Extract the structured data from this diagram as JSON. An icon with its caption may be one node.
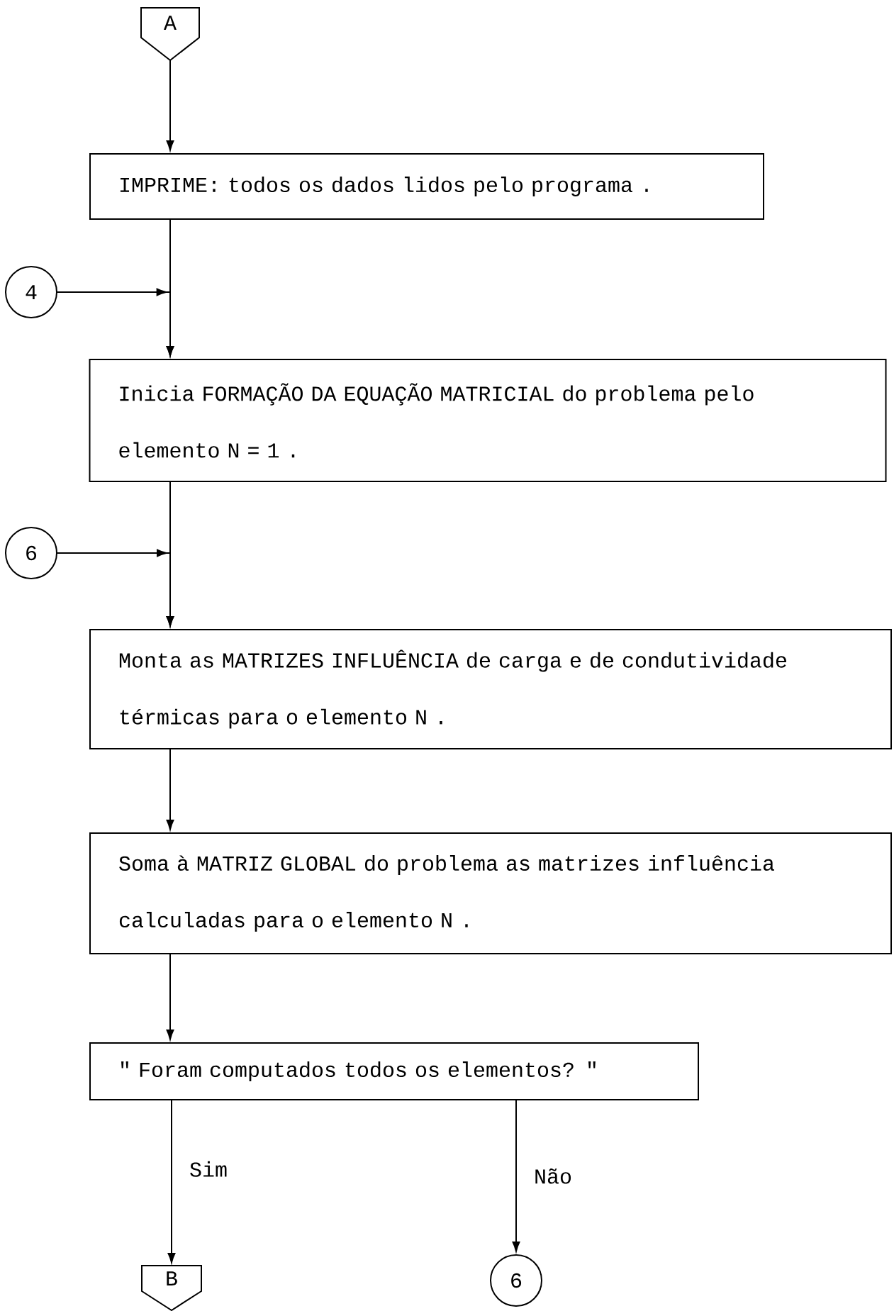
{
  "diagram": {
    "nodes": [
      {
        "text": [
          "A"
        ]
      },
      {
        "text": [
          "IMPRIME: todos os dados lidos pelo programa ."
        ]
      },
      {
        "text": [
          "4"
        ]
      },
      {
        "text": [
          "Inicia FORMAÇÃO DA EQUAÇÃO MATRICIAL do problema pelo elemento N = 1 ."
        ]
      },
      {
        "text": [
          "6"
        ]
      },
      {
        "text": [
          "Monta as MATRIZES INFLUÊNCIA de carga e de condutividade térmicas para o elemento N ."
        ]
      },
      {
        "text": [
          "Soma à MATRIZ GLOBAL do problema as matrizes influência calculadas para o elemento N ."
        ]
      },
      {
        "text": [
          "\" Foram computados todos os elementos? \""
        ]
      },
      {
        "text": [
          "B"
        ]
      },
      {
        "text": [
          "6"
        ]
      }
    ],
    "edges": [
      {
        "from": 0,
        "to": 1,
        "arrow": "to"
      },
      {
        "from": 1,
        "to": 3,
        "arrow": "to"
      },
      {
        "from": 2,
        "to": 3,
        "arrow": "to"
      },
      {
        "from": 3,
        "to": 5,
        "arrow": "to"
      },
      {
        "from": 4,
        "to": 5,
        "arrow": "to"
      },
      {
        "from": 5,
        "to": 6,
        "arrow": "to"
      },
      {
        "from": 6,
        "to": 7,
        "arrow": "to"
      },
      {
        "from": 7,
        "to": 8,
        "arrow": "to",
        "label": "Sim"
      },
      {
        "from": 7,
        "to": 9,
        "arrow": "to",
        "label": "Não"
      }
    ]
  }
}
